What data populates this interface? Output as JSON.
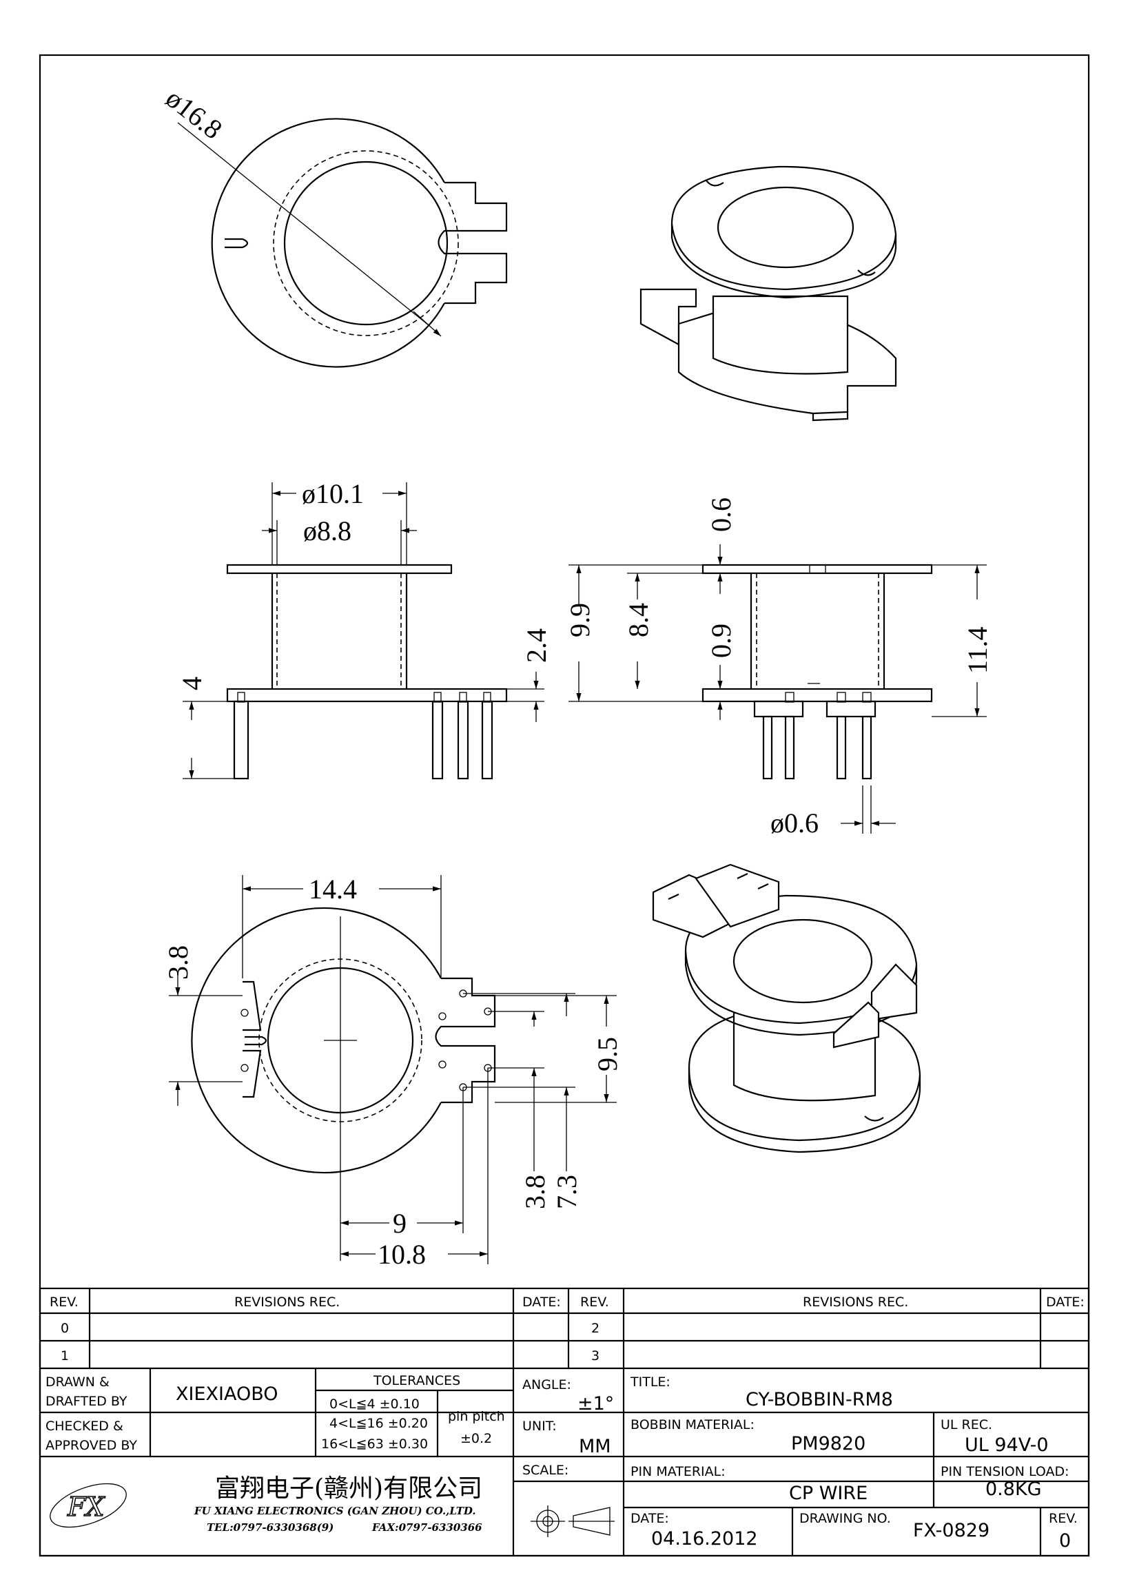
{
  "dimensions": {
    "d16_8": "ø16.8",
    "d10_1": "ø10.1",
    "d8_8": "ø8.8",
    "d0_6_pin": "ø0.6",
    "v0_6": "0.6",
    "v2_4": "2.4",
    "v9_9": "9.9",
    "v8_4": "8.4",
    "v0_9": "0.9",
    "v11_4": "11.4",
    "v4": "4",
    "v14_4": "14.4",
    "v3_8_left": "3.8",
    "v9_5": "9.5",
    "v3_8_bottom": "3.8",
    "v7_3": "7.3",
    "v9": "9",
    "v10_8": "10.8"
  },
  "title_block": {
    "rev_header": "REV.",
    "revisions_header": "REVISIONS    REC.",
    "date_header": "DATE:",
    "rev_rows": [
      "0",
      "1",
      "2",
      "3"
    ],
    "drawn_label_1": "DRAWN &",
    "drawn_label_2": "DRAFTED BY",
    "drawn_value": "XIEXIAOBO",
    "checked_label_1": "CHECKED &",
    "checked_label_2": "APPROVED BY",
    "tolerances_header": "TOLERANCES",
    "tol_rows": [
      "0<L≦4    ±0.10",
      "4<L≦16  ±0.20",
      "16<L≦63  ±0.30"
    ],
    "pin_pitch_label": "pin pitch",
    "pin_pitch_value": "±0.2",
    "angle_label": "ANGLE:",
    "angle_value": "±1°",
    "unit_label": "UNIT:",
    "unit_value": "MM",
    "scale_label": "SCALE:",
    "title_label": "TITLE:",
    "title_value": "CY-BOBBIN-RM8",
    "bobbin_material_label": "BOBBIN MATERIAL:",
    "bobbin_material_value": "PM9820",
    "ul_rec_label": "UL REC.",
    "ul_rec_value": "UL 94V-0",
    "pin_material_label": "PIN MATERIAL:",
    "pin_material_value": "CP WIRE",
    "pin_tension_label": "PIN TENSION LOAD:",
    "pin_tension_value": "0.8KG",
    "date_label": "DATE:",
    "date_value": "04.16.2012",
    "drawing_no_label": "DRAWING NO.",
    "drawing_no_value": "FX-0829",
    "rev_label": "REV.",
    "rev_value": "0"
  },
  "company": {
    "logo_text": "FX",
    "name_cn": "富翔电子(赣州)有限公司",
    "name_en": "FU XIANG ELECTRONICS (GAN ZHOU) CO.,LTD.",
    "tel": "TEL:0797-6330368(9)",
    "fax": "FAX:0797-6330366"
  }
}
